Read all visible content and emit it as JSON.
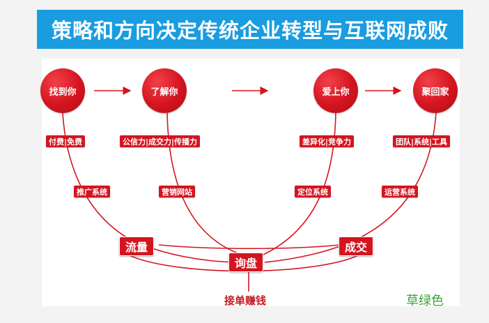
{
  "title": "策略和方向决定传统企业转型与互联网成败",
  "colors": {
    "title_bg": "#1a9ce0",
    "accent_red": "#d31520",
    "watermark": "#3aa53a"
  },
  "stages": [
    {
      "id": "find",
      "label": "找到你",
      "tag": "付费|免费",
      "system": "推广系统"
    },
    {
      "id": "know",
      "label": "了解你",
      "tag": "公信力|成交力|传播力",
      "system": "营销网站"
    },
    {
      "id": "love",
      "label": "爱上你",
      "tag": "差异化|竞争力",
      "system": "定位系统"
    },
    {
      "id": "gather",
      "label": "聚回家",
      "tag": "团队|系统|工具",
      "system": "运营系统"
    }
  ],
  "hubs": {
    "traffic": "流量",
    "inquiry": "询盘",
    "deal": "成交"
  },
  "footer": "接单赚钱",
  "watermark": "草绿色"
}
